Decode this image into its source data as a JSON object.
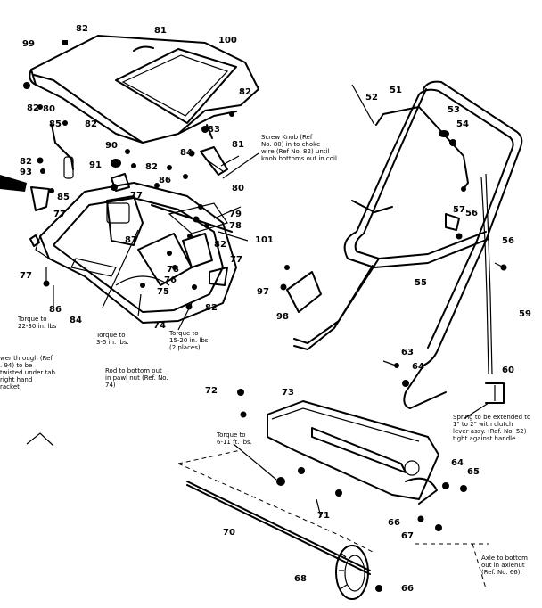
{
  "labels": {
    "l99": "99",
    "l82a": "82",
    "l81a": "81",
    "l100": "100",
    "l82b": "82",
    "l80a": "80",
    "l82c": "82",
    "l85a": "85",
    "l82d": "82",
    "l82e": "82",
    "l93": "93",
    "l90": "90",
    "l91": "91",
    "l83": "83",
    "l81b": "81",
    "l82f": "82",
    "l84a": "84",
    "l80b": "80",
    "l86a": "86",
    "l77a": "77",
    "l77b": "77",
    "l85b": "85",
    "l77c": "77",
    "l87": "87",
    "l79": "79",
    "l78a": "78",
    "l101": "101",
    "l82g": "82",
    "l77d": "77",
    "l78b": "78",
    "l76": "76",
    "l75": "75",
    "l82h": "82",
    "l86b": "86",
    "l84b": "84",
    "l74": "74",
    "l52": "52",
    "l51": "51",
    "l53": "53",
    "l54": "54",
    "l57": "57",
    "l56a": "56",
    "l56b": "56",
    "l55": "55",
    "l97": "97",
    "l98": "98",
    "l59": "59",
    "l63": "63",
    "l64a": "64",
    "l60": "60",
    "l72": "72",
    "l73": "73",
    "l71": "71",
    "l70": "70",
    "l64b": "64",
    "l65": "65",
    "l66a": "66",
    "l67": "67",
    "l68": "68",
    "l66b": "66"
  },
  "notes": {
    "screw_knob": [
      "Screw Knob (Ref",
      "No. 80) in to choke",
      "wire (Ref No. 82) until",
      "knob bottoms out in coil"
    ],
    "torque_22_30": [
      "Torque to",
      "22-30 in. lbs"
    ],
    "torque_3_5": [
      "Torque to",
      "3-5 in. lbs."
    ],
    "torque_15_20": [
      "Torque to",
      "15-20 in. lbs.",
      "(2 places)"
    ],
    "wire_through": [
      "wer through (Ref",
      ". 94) to be",
      "twisted under tab",
      "right hand",
      "racket"
    ],
    "rod_bottom": [
      "Rod to bottom out",
      "in pawl nut (Ref. No.",
      "74)"
    ],
    "spring_extend": [
      "Spring to be extended to",
      "1\" to 2\" with clutch",
      "lever assy. (Ref. No. 52)",
      "tight against handle"
    ],
    "torque_6_11": [
      "Torque to",
      "6-11 ft. lbs."
    ],
    "axle_bottom": [
      "Axle to bottom",
      "out in axlenut",
      "(Ref. No. 66)."
    ]
  }
}
